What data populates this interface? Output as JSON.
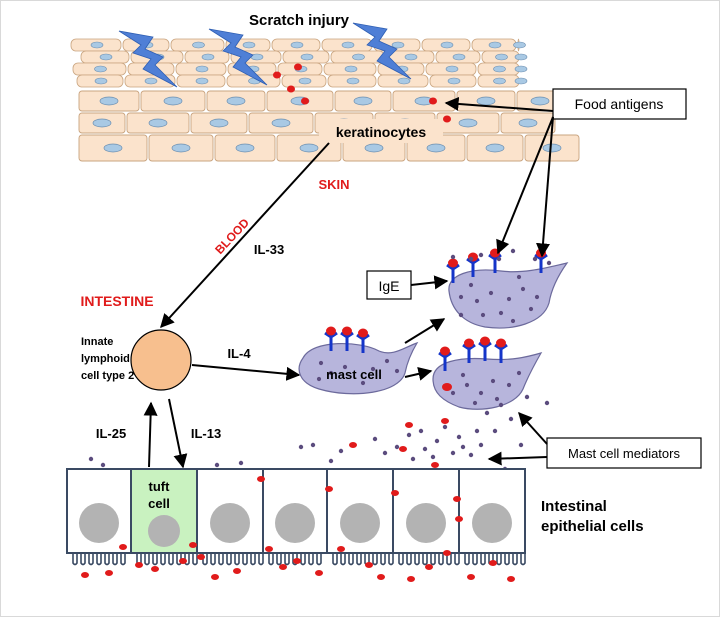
{
  "title": "Scratch injury",
  "labels": {
    "keratinocytes": "keratinocytes",
    "skin": "SKIN",
    "blood": "BLOOD",
    "il33": "IL-33",
    "intestine": "INTESTINE",
    "ilc2_line1": "Innate",
    "ilc2_line2": "lymphoid",
    "ilc2_line3": "cell type 2",
    "il4": "IL-4",
    "mast_cell": "mast cell",
    "il25": "IL-25",
    "il13": "IL-13",
    "tuft_line1": "tuft",
    "tuft_line2": "cell",
    "epithelial_line1": "Intestinal",
    "epithelial_line2": "epithelial cells"
  },
  "callouts": {
    "food_antigens": "Food antigens",
    "ige": "IgE",
    "mast_cell_mediators": "Mast cell mediators"
  },
  "colors": {
    "skin_cell_fill": "#fbe3cc",
    "skin_cell_stroke": "#c9a47f",
    "nucleus": "#a9c9e4",
    "lightning": "#4f7fd6",
    "antigen_red": "#e11b1b",
    "ilc2_fill": "#f7bf8e",
    "mast_fill": "#b7b5dc",
    "receptor_blue": "#1535c9",
    "granule": "#5b4c7e",
    "tuft_fill": "#c9f2c0",
    "epithelial_nucleus": "#b3b3b3",
    "label_red": "#e01b1b"
  }
}
